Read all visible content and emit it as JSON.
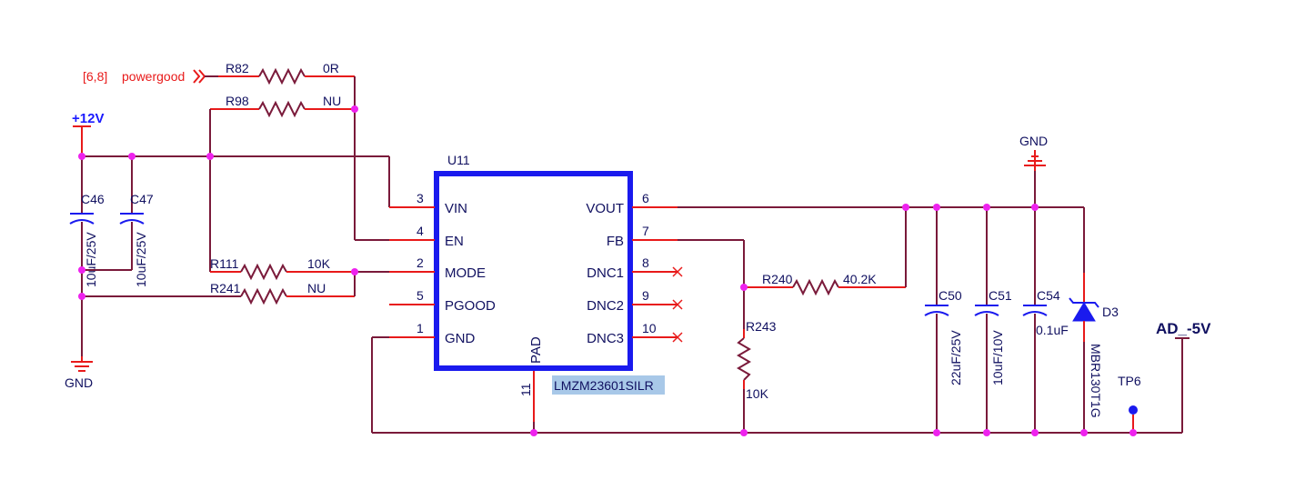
{
  "sheet_ref": "[6,8]",
  "net_powergood": "powergood",
  "net_12v": "+12V",
  "net_gnd_left": "GND",
  "net_gnd_top": "GND",
  "net_ad5v": "AD_-5V",
  "ic": {
    "ref": "U11",
    "part": "LMZM23601SILR",
    "pad_label": "PAD",
    "pad_num": "11",
    "left_pins": [
      {
        "num": "3",
        "name": "VIN"
      },
      {
        "num": "4",
        "name": "EN"
      },
      {
        "num": "2",
        "name": "MODE"
      },
      {
        "num": "5",
        "name": "PGOOD"
      },
      {
        "num": "1",
        "name": "GND"
      }
    ],
    "right_pins": [
      {
        "num": "6",
        "name": "VOUT"
      },
      {
        "num": "7",
        "name": "FB"
      },
      {
        "num": "8",
        "name": "DNC1"
      },
      {
        "num": "9",
        "name": "DNC2"
      },
      {
        "num": "10",
        "name": "DNC3"
      }
    ]
  },
  "resistors": {
    "r82": {
      "ref": "R82",
      "value": "0R"
    },
    "r98": {
      "ref": "R98",
      "value": "NU"
    },
    "r111": {
      "ref": "R111",
      "value": "10K"
    },
    "r241": {
      "ref": "R241",
      "value": "NU"
    },
    "r240": {
      "ref": "R240",
      "value": "40.2K"
    },
    "r243": {
      "ref": "R243",
      "value": "10K"
    }
  },
  "capacitors": {
    "c46": {
      "ref": "C46",
      "value": "10uF/25V"
    },
    "c47": {
      "ref": "C47",
      "value": "10uF/25V"
    },
    "c50": {
      "ref": "C50",
      "value": "22uF/25V"
    },
    "c51": {
      "ref": "C51",
      "value": "10uF/10V"
    },
    "c54": {
      "ref": "C54",
      "value": "0.1uF"
    }
  },
  "diode": {
    "ref": "D3",
    "value": "MBR130T1G"
  },
  "testpoint": {
    "ref": "TP6"
  },
  "colors": {
    "wire": "#7a1a3a",
    "pin": "#e81a1a",
    "ic_outline": "#1a1aee",
    "junction": "#ee22ee",
    "part_highlight": "#a8c8e8"
  }
}
